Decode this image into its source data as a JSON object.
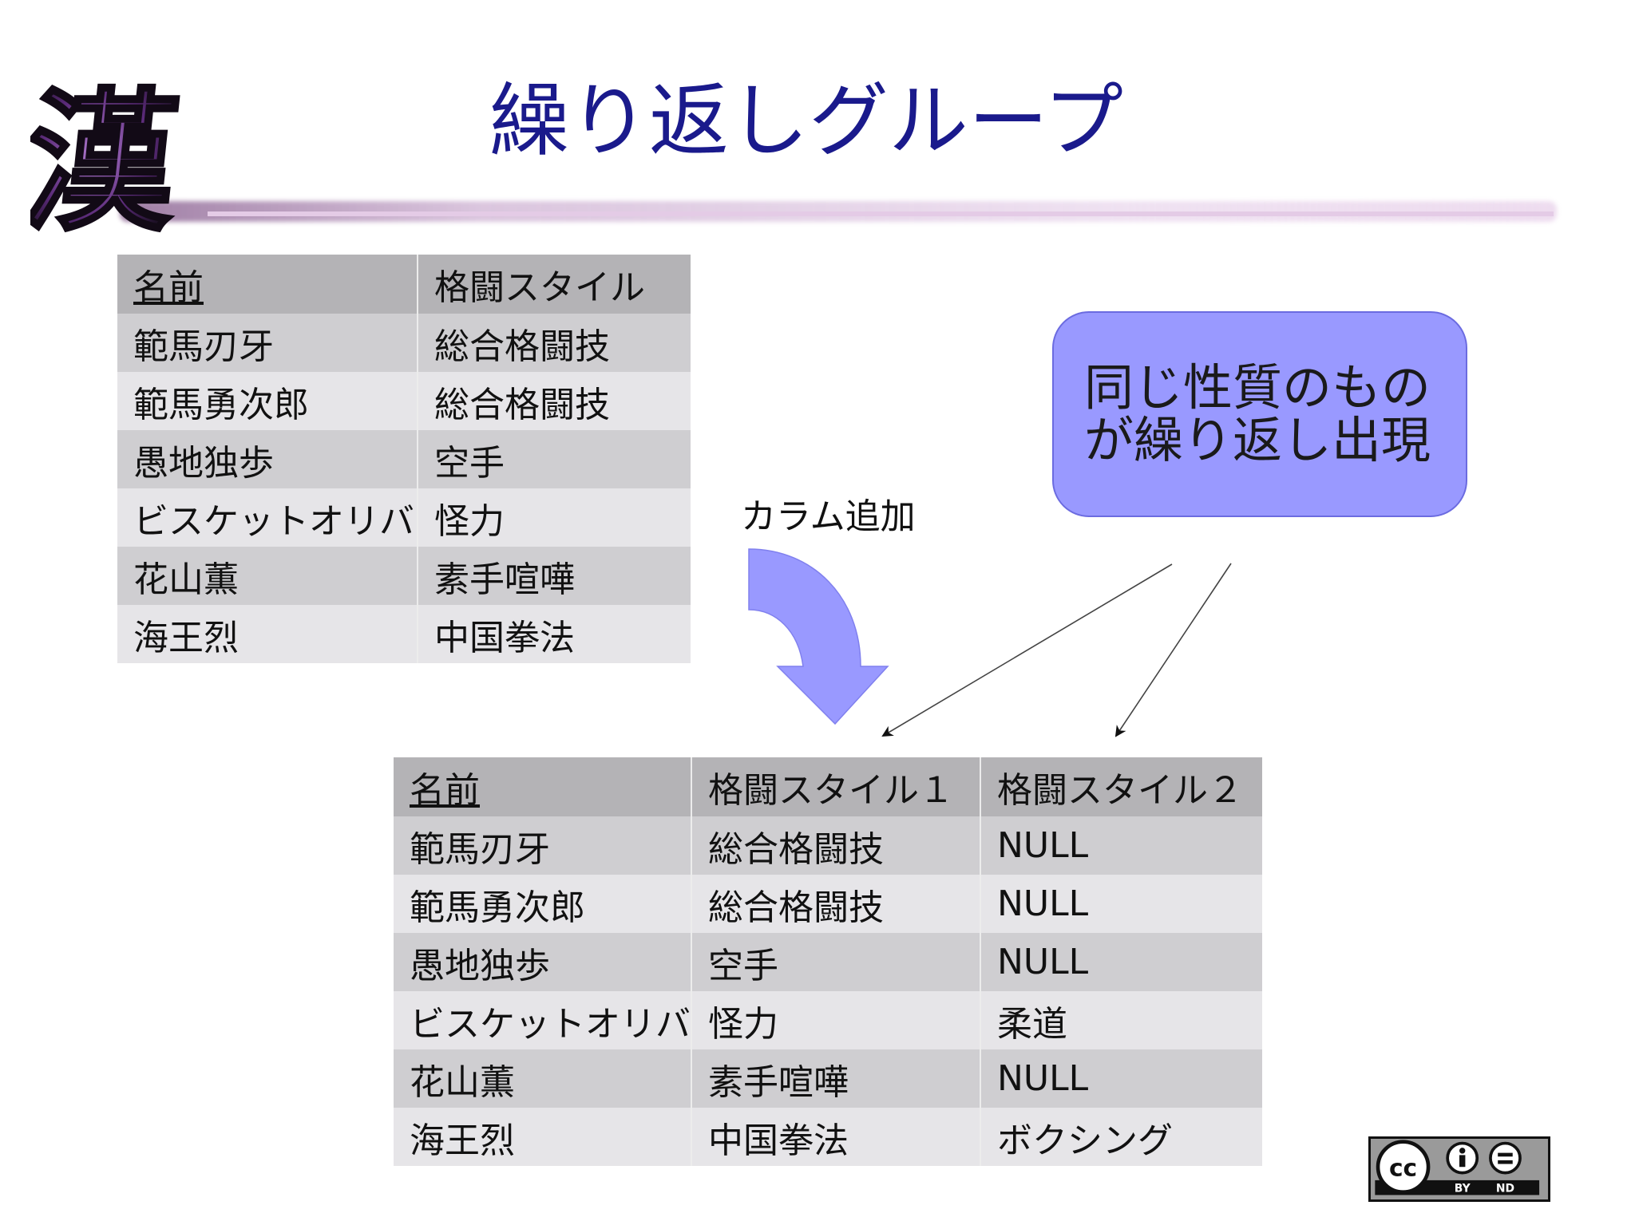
{
  "slide": {
    "title": "繰り返しグループ",
    "logo_glyph": "漢"
  },
  "table_before": {
    "headers": [
      "名前",
      "格闘スタイル"
    ],
    "rows": [
      [
        "範馬刃牙",
        "総合格闘技"
      ],
      [
        "範馬勇次郎",
        "総合格闘技"
      ],
      [
        "愚地独歩",
        "空手"
      ],
      [
        "ビスケットオリバ",
        "怪力"
      ],
      [
        "花山薫",
        "素手喧嘩"
      ],
      [
        "海王烈",
        "中国拳法"
      ]
    ]
  },
  "arrow_label": "カラム追加",
  "callout": {
    "line1": "同じ性質のもの",
    "line2": "が繰り返し出現"
  },
  "table_after": {
    "headers": [
      "名前",
      "格闘スタイル１",
      "格闘スタイル２"
    ],
    "rows": [
      [
        "範馬刃牙",
        "総合格闘技",
        "NULL"
      ],
      [
        "範馬勇次郎",
        "総合格闘技",
        "NULL"
      ],
      [
        "愚地独歩",
        "空手",
        "NULL"
      ],
      [
        "ビスケットオリバ",
        "怪力",
        "柔道"
      ],
      [
        "花山薫",
        "素手喧嘩",
        "NULL"
      ],
      [
        "海王烈",
        "中国拳法",
        "ボクシング"
      ]
    ]
  },
  "license": {
    "cc": "cc",
    "by": "BY",
    "nd": "ND"
  },
  "colors": {
    "title": "#1a1a8c",
    "callout_fill": "#9999ff",
    "arrow_fill": "#9999ff",
    "header_row": "#b4b3b6",
    "row_dark": "#cfced1",
    "row_light": "#e6e5e8"
  }
}
